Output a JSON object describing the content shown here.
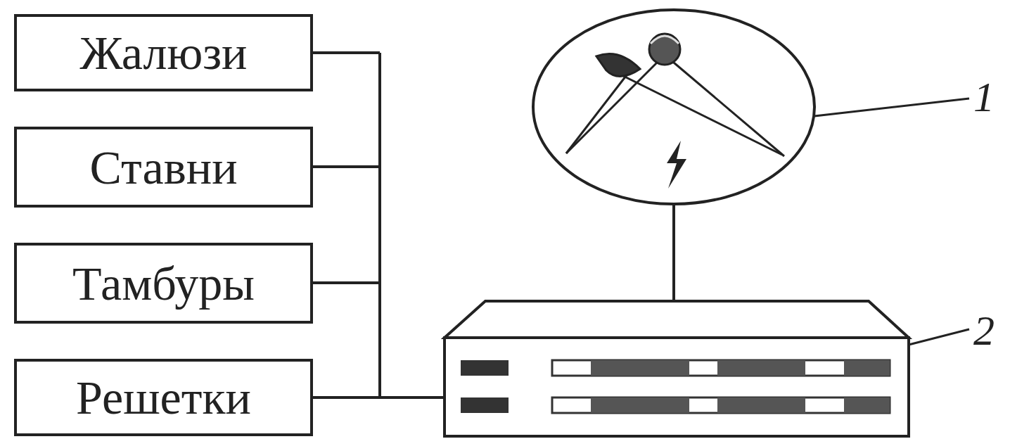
{
  "diagram": {
    "nodes": [
      {
        "text": [
          "Жалюзи"
        ]
      },
      {
        "text": [
          "Ставни"
        ]
      },
      {
        "text": [
          "Тамбуры"
        ]
      },
      {
        "text": [
          "Решетки"
        ]
      }
    ],
    "labels": [
      "1",
      "2"
    ]
  }
}
